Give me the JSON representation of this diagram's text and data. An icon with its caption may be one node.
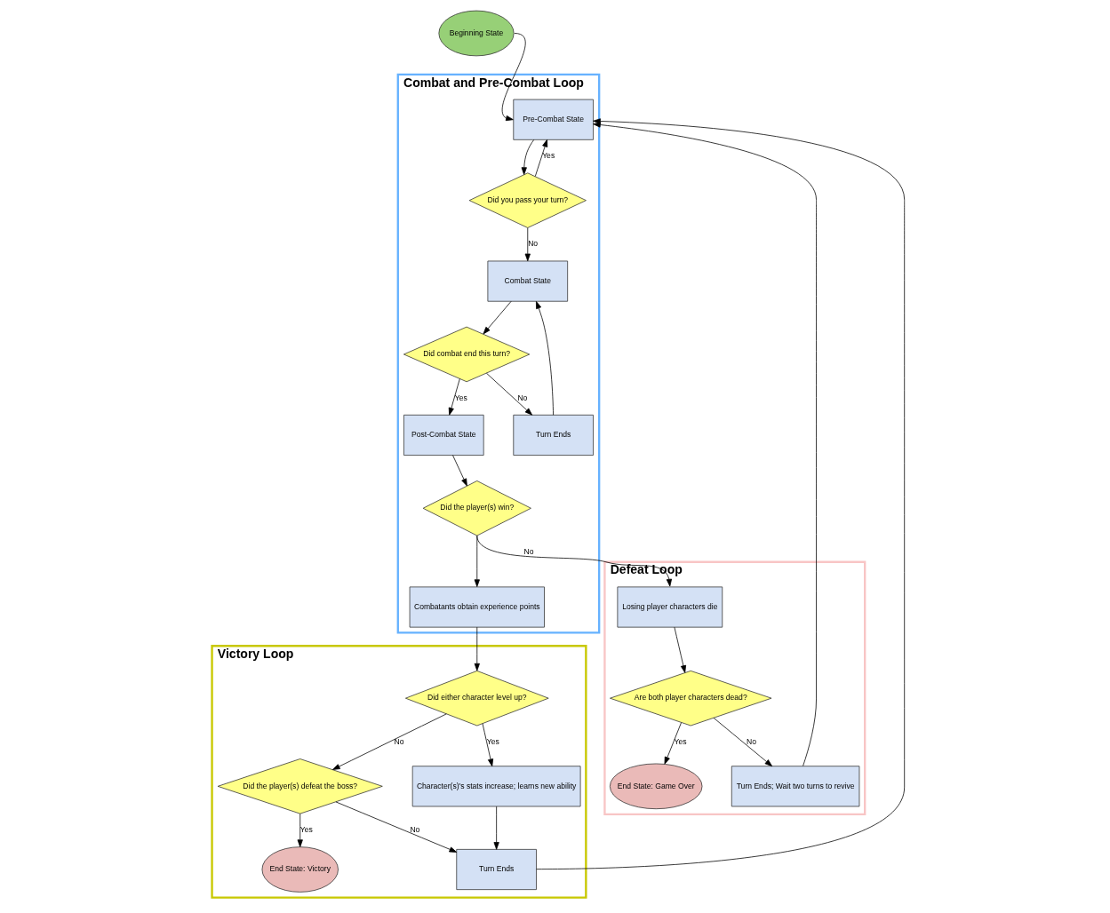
{
  "diagram": {
    "nodes": [
      {
        "text": [
          "Beginning State"
        ]
      },
      {
        "text": [
          "Combat and Pre-Combat Loop"
        ]
      },
      {
        "text": [
          "Pre-Combat State"
        ],
        "in": 1
      },
      {
        "text": [
          "Did you pass your turn?"
        ],
        "in": 1
      },
      {
        "text": [
          "Combat State"
        ],
        "in": 1
      },
      {
        "text": [
          "Did combat end this turn?"
        ],
        "in": 1
      },
      {
        "text": [
          "Turn Ends"
        ],
        "in": 1
      },
      {
        "text": [
          "Post-Combat State"
        ],
        "in": 1
      },
      {
        "text": [
          "Did the player(s) win?"
        ],
        "in": 1
      },
      {
        "text": [
          "Combatants obtain experience points"
        ],
        "in": 1
      },
      {
        "text": [
          "Defeat Loop"
        ]
      },
      {
        "text": [
          "Turn Ends; Wait two turns to revive"
        ],
        "in": 10
      },
      {
        "text": [
          "End State: Game Over"
        ],
        "in": 10
      },
      {
        "text": [
          "Are both player characters dead?"
        ],
        "in": 10
      },
      {
        "text": [
          "Losing player characters die"
        ],
        "in": 10
      },
      {
        "text": [
          "Victory Loop"
        ]
      },
      {
        "text": [
          "End State: Victory"
        ],
        "in": 15
      },
      {
        "text": [
          "Did the player(s) defeat the boss?"
        ],
        "in": 15
      },
      {
        "text": [
          "Turn Ends"
        ],
        "in": 15
      },
      {
        "text": [
          "Did either character level up?"
        ],
        "in": 15
      },
      {
        "text": [
          "Character(s)'s stats increase; learns new ability"
        ],
        "in": 15
      }
    ],
    "edges": [
      {
        "from": 0,
        "to": 2,
        "arrow": "to"
      },
      {
        "from": 2,
        "to": 3,
        "arrow": "to"
      },
      {
        "from": 3,
        "to": 2,
        "arrow": "to",
        "label": "Yes"
      },
      {
        "from": 3,
        "to": 4,
        "arrow": "to",
        "label": "No"
      },
      {
        "from": 4,
        "to": 5,
        "arrow": "to"
      },
      {
        "from": 5,
        "to": 6,
        "arrow": "to",
        "label": "No"
      },
      {
        "from": 6,
        "to": 4,
        "arrow": "to"
      },
      {
        "from": 5,
        "to": 7,
        "arrow": "to",
        "label": "Yes"
      },
      {
        "from": 7,
        "to": 8,
        "arrow": "to"
      },
      {
        "from": 8,
        "to": 14,
        "arrow": "to",
        "label": "No"
      },
      {
        "from": 8,
        "to": 9,
        "arrow": "to"
      },
      {
        "from": 9,
        "to": 19,
        "arrow": "to"
      },
      {
        "from": 14,
        "to": 13,
        "arrow": "to"
      },
      {
        "from": 13,
        "to": 12,
        "arrow": "to",
        "label": "Yes"
      },
      {
        "from": 13,
        "to": 11,
        "arrow": "to",
        "label": "No"
      },
      {
        "from": 11,
        "to": 2,
        "arrow": "to"
      },
      {
        "from": 19,
        "to": 17,
        "arrow": "to",
        "label": "No"
      },
      {
        "from": 19,
        "to": 20,
        "arrow": "to",
        "label": "Yes"
      },
      {
        "from": 17,
        "to": 16,
        "arrow": "to",
        "label": "Yes"
      },
      {
        "from": 17,
        "to": 18,
        "arrow": "to",
        "label": "No"
      },
      {
        "from": 20,
        "to": 18,
        "arrow": "to"
      },
      {
        "from": 18,
        "to": 2,
        "arrow": "to"
      }
    ]
  }
}
